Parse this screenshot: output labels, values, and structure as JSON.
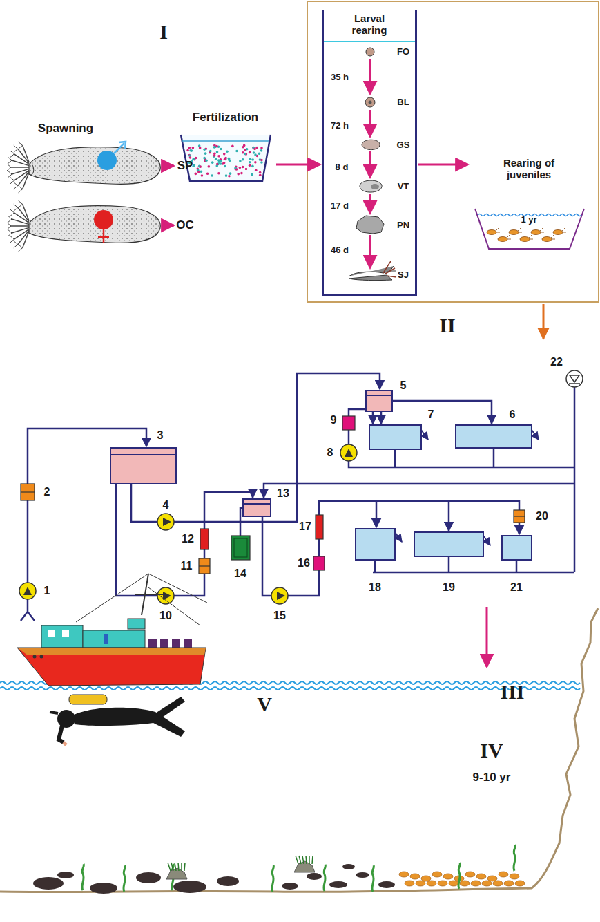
{
  "diagram": {
    "nodes": [
      {
        "text": [
          "Fertilization"
        ]
      },
      {
        "text": [
          "Larval rearing"
        ]
      },
      {
        "text": [
          "Rearing of juveniles",
          "1 yr"
        ]
      }
    ],
    "edges": [
      {
        "from": 0,
        "to": 1,
        "arrow": "to"
      },
      {
        "from": 1,
        "to": 2,
        "arrow": "to"
      }
    ],
    "labels": [
      "I",
      "Spawning",
      "SP",
      "OC",
      "FO",
      "35 h",
      "BL",
      "72 h",
      "GS",
      "8 d",
      "VT",
      "17 d",
      "PN",
      "46 d",
      "SJ",
      "II",
      "1",
      "2",
      "3",
      "4",
      "5",
      "6",
      "7",
      "8",
      "9",
      "10",
      "11",
      "12",
      "13",
      "14",
      "15",
      "16",
      "17",
      "18",
      "19",
      "20",
      "21",
      "22",
      "III",
      "V",
      "IV",
      "9-10 yr"
    ]
  }
}
